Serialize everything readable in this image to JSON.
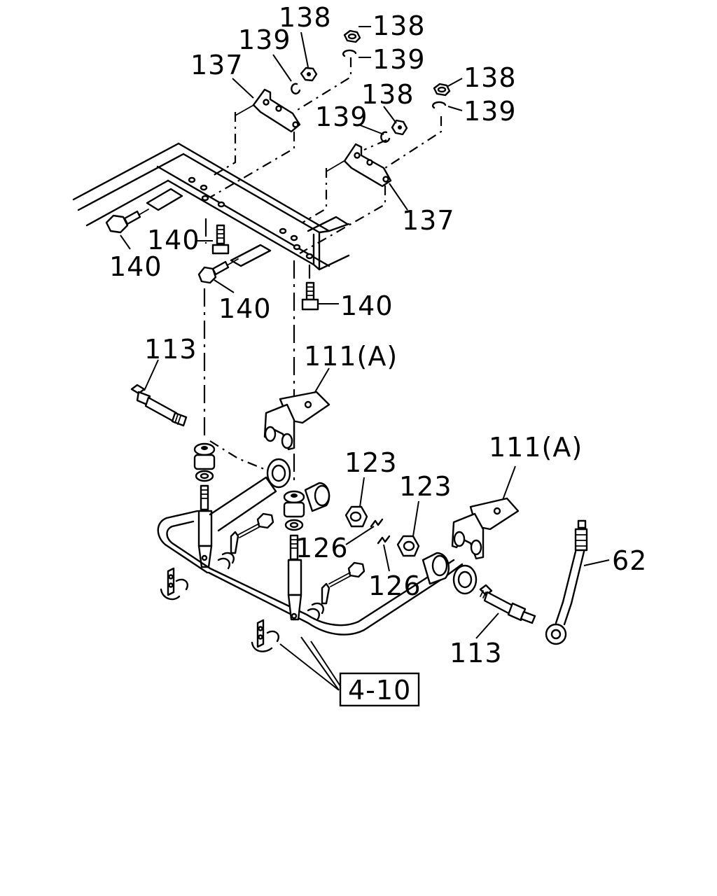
{
  "callouts": {
    "p138_a": "138",
    "p139_a": "139",
    "p137_a": "137",
    "p138_b": "138",
    "p139_b": "139",
    "p138_c": "138",
    "p139_c": "139",
    "p138_d": "138",
    "p139_d": "139",
    "p137_b": "137",
    "p140_a": "140",
    "p140_b": "140",
    "p140_c": "140",
    "p140_d": "140",
    "p113_a": "113",
    "p111a_a": "111(A)",
    "p123_a": "123",
    "p123_b": "123",
    "p111a_b": "111(A)",
    "p126_a": "126",
    "p126_b": "126",
    "p62": "62",
    "p113_b": "113",
    "ref_box": "4-10"
  }
}
